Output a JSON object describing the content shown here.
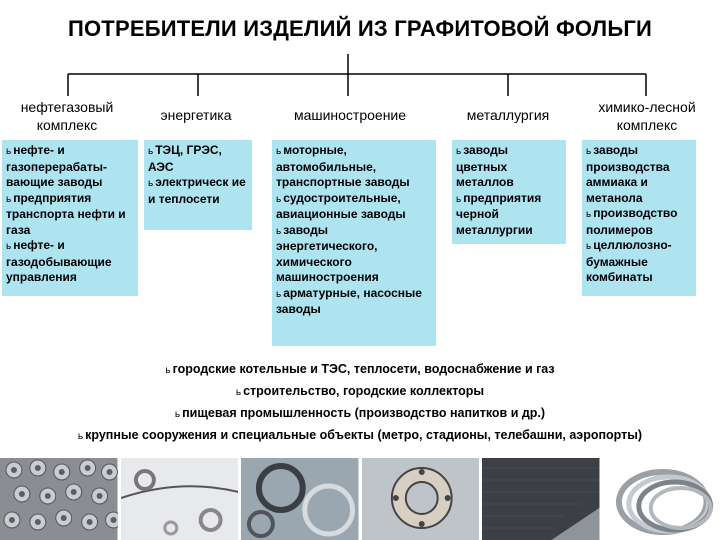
{
  "title": "ПОТРЕБИТЕЛИ ИЗДЕЛИЙ ИЗ ГРАФИТОВОЙ ФОЛЬГИ",
  "bullet": "ь",
  "categories": [
    {
      "label": "нефтегазовый комплекс",
      "items": [
        "нефте- и газоперерабаты-вающие заводы",
        "предприятия транспорта нефти и газа",
        "нефте- и газодобывающие управления"
      ]
    },
    {
      "label": "энергетика",
      "items": [
        "ТЭЦ, ГРЭС, АЭС",
        "электрическ ие и теплосети"
      ]
    },
    {
      "label": "машиностроение",
      "items": [
        "моторные, автомобильные, транспортные заводы",
        "судостроительные, авиационные заводы",
        "заводы энергетического, химического машиностроения",
        "арматурные, насосные заводы"
      ]
    },
    {
      "label": "металлургия",
      "items": [
        "заводы цветных металлов",
        "предприятия черной металлургии"
      ]
    },
    {
      "label": "химико-лесной комплекс",
      "items": [
        "заводы производства аммиака и метанола",
        "производство полимеров",
        "целлюлозно-бумажные комбинаты"
      ]
    }
  ],
  "other_consumers": [
    "городские котельные и ТЭС, теплосети, водоснабжение и газ",
    "строительство, городские коллекторы",
    "пищевая промышленность (производство напитков и др.)",
    "крупные сооружения и специальные объекты (метро, стадионы, телебашни, аэропорты)"
  ],
  "colors": {
    "box": "#aee3f0",
    "tree_line": "#000000"
  }
}
